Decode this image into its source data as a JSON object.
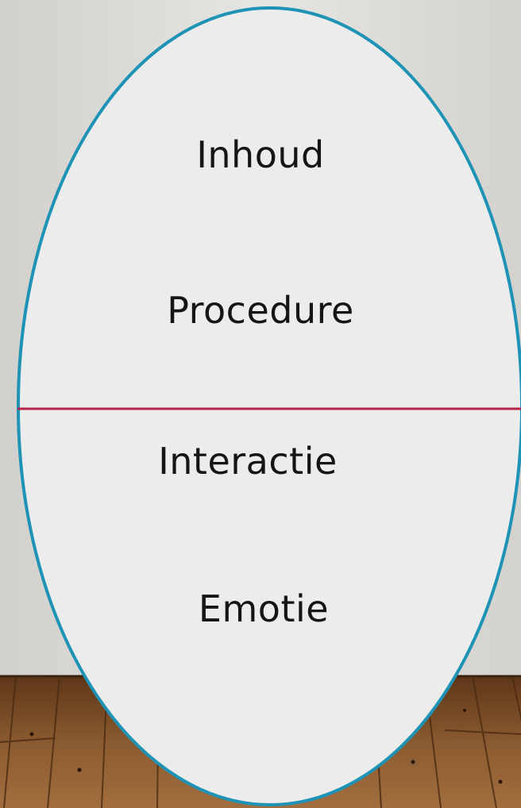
{
  "diagram": {
    "top_labels": [
      "Inhoud",
      "Procedure"
    ],
    "bottom_labels": [
      "Interactie",
      "Emotie"
    ],
    "colors": {
      "ellipse_fill": "#ececec",
      "ellipse_stroke": "#1f93b5",
      "divider": "#b5264a",
      "wall": "#d9d7d3",
      "floor": "#7a4a26"
    }
  }
}
